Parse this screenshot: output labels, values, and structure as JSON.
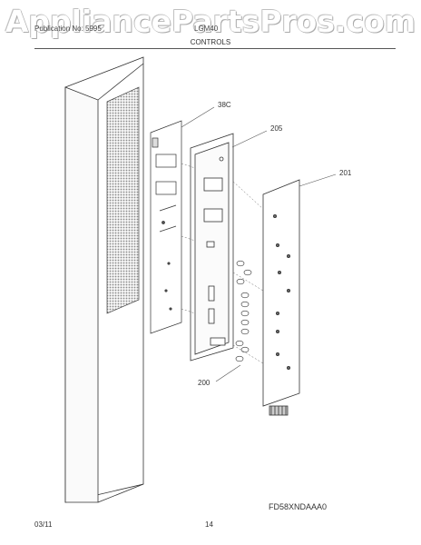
{
  "watermark": "AppliancePartsPros.com",
  "header": {
    "publication": "Publication No: 5995",
    "model_code": "LGM40"
  },
  "section_title": "CONTROLS",
  "callouts": {
    "c38c": "38C",
    "c205": "205",
    "c201": "201",
    "c200": "200"
  },
  "model_number": "FD58XNDAAA0",
  "footer": {
    "date": "03/11",
    "page": "14"
  }
}
